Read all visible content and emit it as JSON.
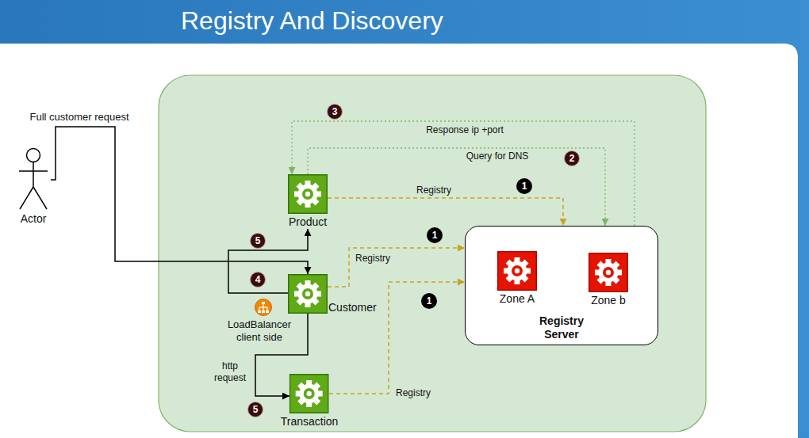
{
  "diagram": {
    "title": "Registry And Discovery",
    "nodes": [
      {
        "text": [
          "Actor"
        ]
      },
      {
        "text": [
          "Product"
        ]
      },
      {
        "text": [
          "Customer"
        ]
      },
      {
        "text": [
          "Registry Server"
        ]
      },
      {
        "text": [
          "Zone A"
        ],
        "in": 3
      },
      {
        "text": [
          "Zone b"
        ],
        "in": 3
      },
      {
        "text": [
          "Transaction"
        ]
      }
    ],
    "edges": [
      {
        "from": 0,
        "to": 2,
        "label": "Full customer request",
        "arrow": "to"
      },
      {
        "from": 1,
        "to": 3,
        "label": "Registry",
        "arrow": "to"
      },
      {
        "from": 2,
        "to": 3,
        "label": "Registry",
        "arrow": "to"
      },
      {
        "from": 6,
        "to": 3,
        "label": "Registry",
        "arrow": "to"
      },
      {
        "from": 1,
        "to": 3,
        "label": "Query for DNS",
        "arrow": "to"
      },
      {
        "from": 3,
        "to": 1,
        "label": "Response ip +port",
        "arrow": "to"
      },
      {
        "from": 2,
        "to": 1,
        "arrow": "to"
      },
      {
        "from": 2,
        "to": 6,
        "label": "http request",
        "arrow": "to"
      },
      {
        "from": 5,
        "to": 4,
        "arrow": "to"
      },
      {
        "from": 4,
        "to": 5,
        "arrow": "to"
      }
    ],
    "labels": [
      "3",
      "2",
      "1",
      "5",
      "1",
      "4",
      "1",
      "LoadBalancer client side",
      "5"
    ]
  }
}
